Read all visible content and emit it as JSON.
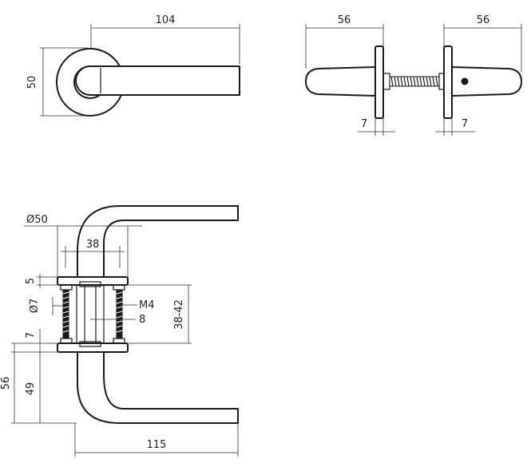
{
  "views": {
    "top_left": {
      "dims": {
        "length": "104",
        "height": "50"
      }
    },
    "top_right": {
      "dims": {
        "left_length": "56",
        "right_length": "56",
        "left_rose": "7",
        "right_rose": "7"
      }
    },
    "bottom_left": {
      "dims": {
        "rose_diameter": "Ø50",
        "spacing": "38",
        "rose_thickness": "5",
        "screw_diameter": "Ø7",
        "thread": "M4",
        "spindle": "8",
        "door_thickness": "38-42",
        "lower_rose": "7",
        "total_height": "56",
        "lever_height": "49",
        "lever_length": "115"
      }
    }
  }
}
